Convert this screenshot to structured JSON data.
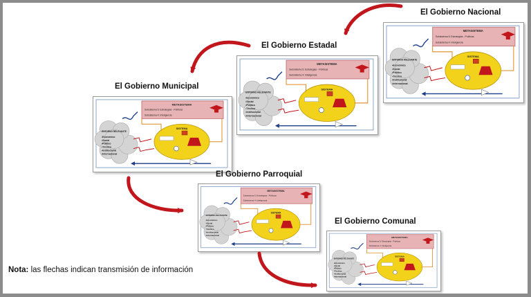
{
  "levels": {
    "nacional": {
      "title": "El Gobierno Nacional"
    },
    "estadal": {
      "title": "El Gobierno Estadal"
    },
    "municipal": {
      "title": "El Gobierno Municipal"
    },
    "parroquial": {
      "title": "El Gobierno Parroquial"
    },
    "comunal": {
      "title": "El Gobierno Comunal"
    }
  },
  "model": {
    "metasistema_label": "METASISTEMA",
    "sub5_label": "Subsistema 5: Estrategias - Políticas",
    "sub4_label": "Subsistema 4: Inteligencia",
    "sistema_label": "SISTEMA",
    "entorno_label": "ENTORNO RELEVANTE",
    "entorno_items": [
      "Económico",
      "Social",
      "Político",
      "Técnico",
      "Institucional",
      "Internacional"
    ]
  },
  "note": {
    "label": "Nota:",
    "text": " las flechas indican transmisión de información"
  },
  "colors": {
    "meta_bg": "#e8b3b5",
    "meta_border": "#c77a7e",
    "sistema_fill": "#f3d21c",
    "arrow_red": "#c0161c",
    "feedback_blue": "#1f3f8c",
    "cloud_fill": "#d4d4d4"
  }
}
